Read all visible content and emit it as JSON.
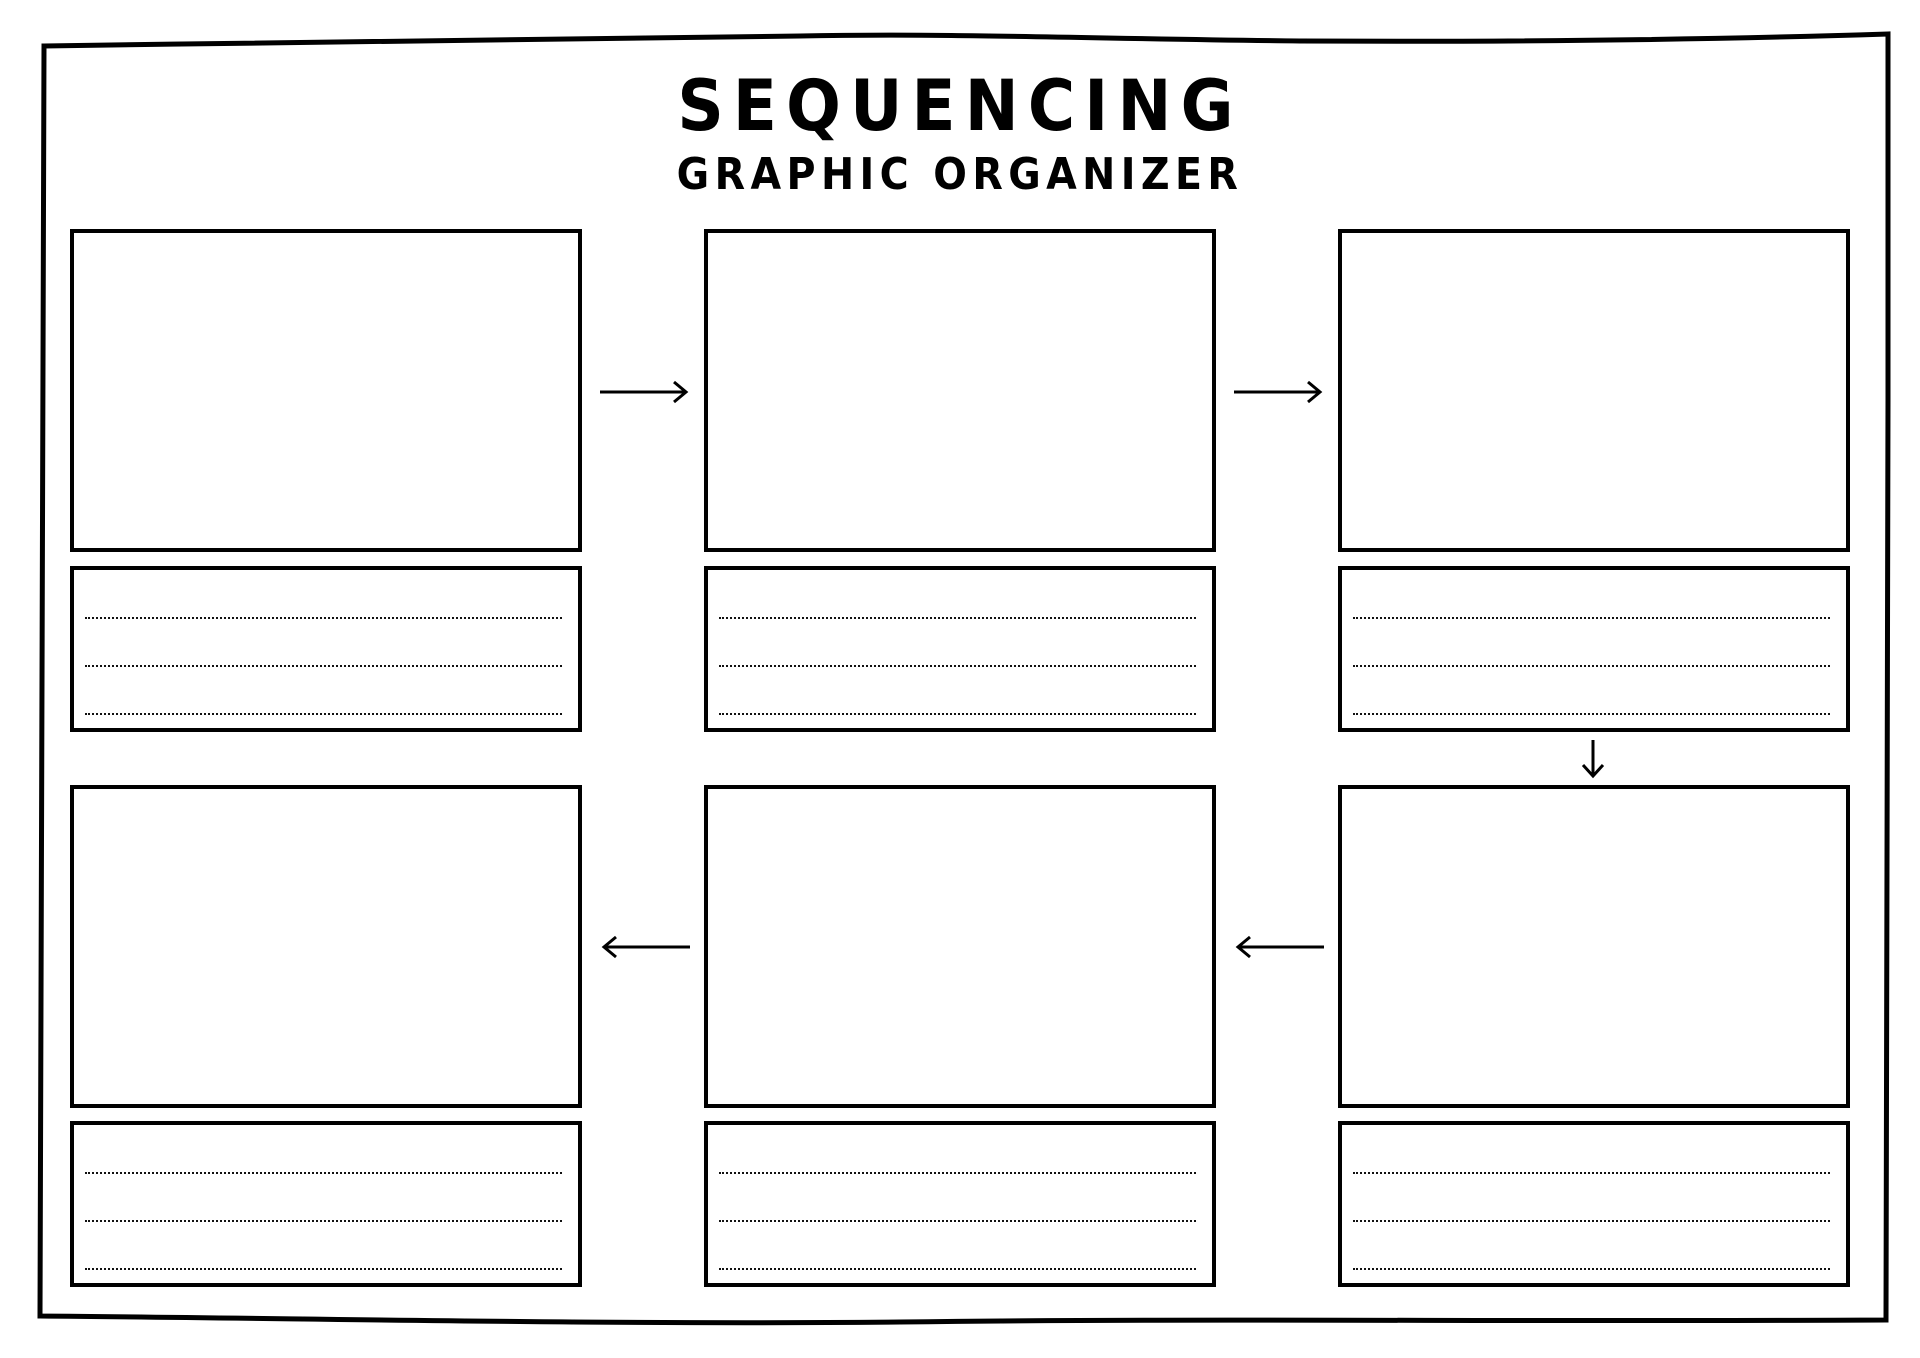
{
  "header": {
    "title": "SEQUENCING",
    "subtitle": "GRAPHIC ORGANIZER"
  },
  "colors": {
    "ink": "#000000",
    "paper": "#ffffff"
  },
  "flow": {
    "steps": [
      {
        "position": "row-1-col-1",
        "lines": 3
      },
      {
        "position": "row-1-col-2",
        "lines": 3
      },
      {
        "position": "row-1-col-3",
        "lines": 3
      },
      {
        "position": "row-2-col-3",
        "lines": 3
      },
      {
        "position": "row-2-col-2",
        "lines": 3
      },
      {
        "position": "row-2-col-1",
        "lines": 3
      }
    ],
    "arrows": [
      {
        "icon": "arrow-right-icon",
        "from": 1,
        "to": 2
      },
      {
        "icon": "arrow-right-icon",
        "from": 2,
        "to": 3
      },
      {
        "icon": "arrow-down-icon",
        "from": 3,
        "to": 4
      },
      {
        "icon": "arrow-left-icon",
        "from": 4,
        "to": 5
      },
      {
        "icon": "arrow-left-icon",
        "from": 5,
        "to": 6
      }
    ]
  }
}
